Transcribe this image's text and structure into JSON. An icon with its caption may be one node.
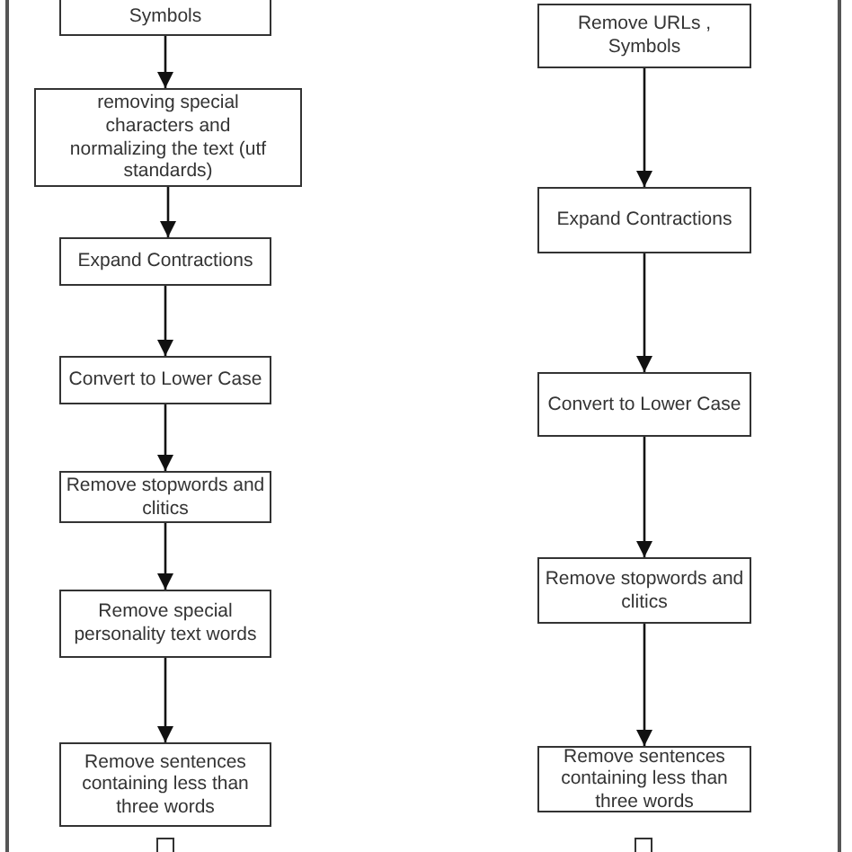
{
  "diagram": {
    "nodes": [
      {
        "text": [
          "Symbols"
        ]
      },
      {
        "text": [
          "removing special characters and normalizing the text (utf standards)"
        ]
      },
      {
        "text": [
          "Expand Contractions"
        ]
      },
      {
        "text": [
          "Convert to Lower Case"
        ]
      },
      {
        "text": [
          "Remove stopwords and clitics"
        ]
      },
      {
        "text": [
          "Remove special personality text words"
        ]
      },
      {
        "text": [
          "Remove sentences containing less than three words"
        ]
      },
      {
        "text": [],
        "shape": "box"
      },
      {
        "text": [
          "Remove URLs , Symbols"
        ]
      },
      {
        "text": [
          "Expand Contractions"
        ]
      },
      {
        "text": [
          "Convert to Lower Case"
        ]
      },
      {
        "text": [
          "Remove stopwords and clitics"
        ]
      },
      {
        "text": [
          "Remove sentences containing less than three words"
        ]
      },
      {
        "text": [],
        "shape": "box"
      }
    ],
    "edges": [
      {
        "from": 0,
        "to": 1,
        "arrow": "to"
      },
      {
        "from": 1,
        "to": 2,
        "arrow": "to"
      },
      {
        "from": 2,
        "to": 3,
        "arrow": "to"
      },
      {
        "from": 3,
        "to": 4,
        "arrow": "to"
      },
      {
        "from": 4,
        "to": 5,
        "arrow": "to"
      },
      {
        "from": 5,
        "to": 6,
        "arrow": "to"
      },
      {
        "from": 8,
        "to": 9,
        "arrow": "to"
      },
      {
        "from": 9,
        "to": 10,
        "arrow": "to"
      },
      {
        "from": 10,
        "to": 11,
        "arrow": "to"
      },
      {
        "from": 11,
        "to": 12,
        "arrow": "to"
      }
    ]
  }
}
